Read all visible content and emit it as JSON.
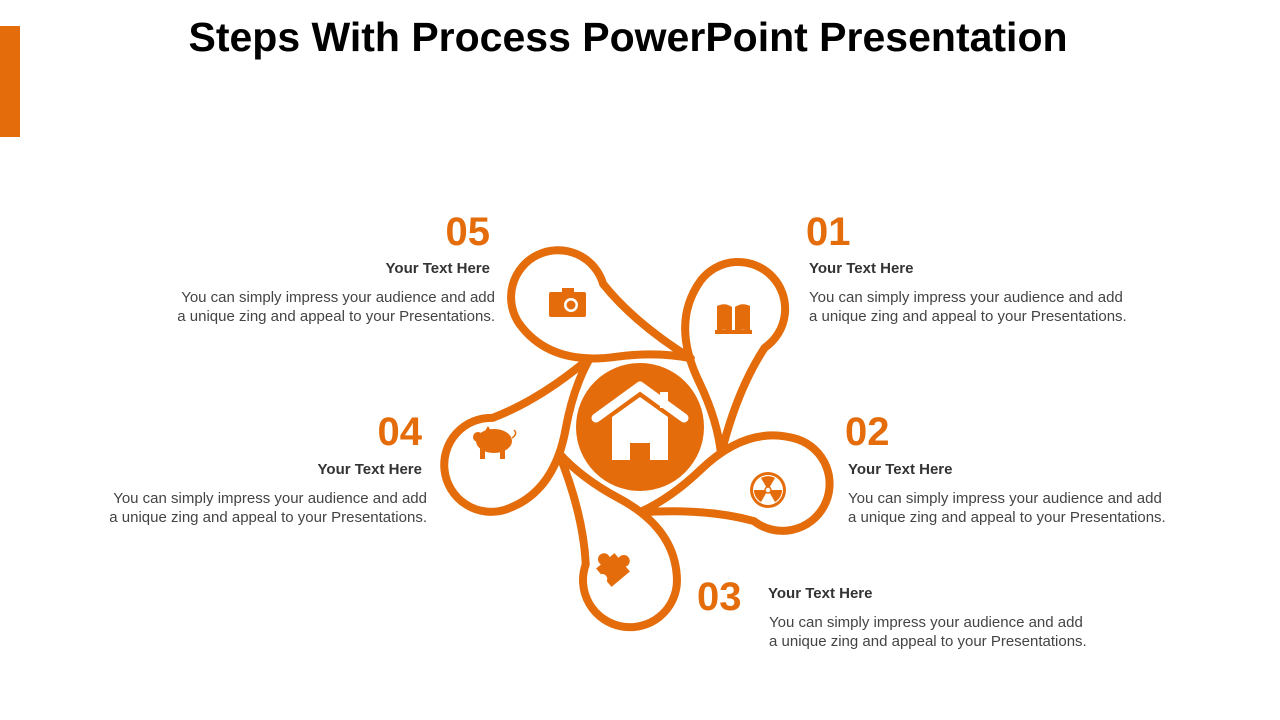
{
  "title": "Steps With Process PowerPoint Presentation",
  "colors": {
    "accent": "#E46C0A",
    "heading": "#333333",
    "body": "#444444"
  },
  "center_icon": "home-icon",
  "steps": [
    {
      "number": "01",
      "heading": "Your Text Here",
      "line1": "You can simply impress your audience and add",
      "line2": "a unique zing and appeal to your Presentations.",
      "icon": "book-icon"
    },
    {
      "number": "02",
      "heading": "Your Text Here",
      "line1": "You can simply impress your audience and add",
      "line2": "a unique zing and appeal to your Presentations.",
      "icon": "radiation-icon"
    },
    {
      "number": "03",
      "heading": "Your Text Here",
      "line1": "You can simply impress your audience and add",
      "line2": "a unique zing and appeal to your Presentations.",
      "icon": "puzzle-icon"
    },
    {
      "number": "04",
      "heading": "Your Text Here",
      "line1": "You can simply impress your audience and add",
      "line2": "a unique zing and appeal to your Presentations.",
      "icon": "piggy-bank-icon"
    },
    {
      "number": "05",
      "heading": "Your Text Here",
      "line1": "You can simply impress your audience and add",
      "line2": "a unique zing and appeal to your Presentations.",
      "icon": "camera-icon"
    }
  ]
}
